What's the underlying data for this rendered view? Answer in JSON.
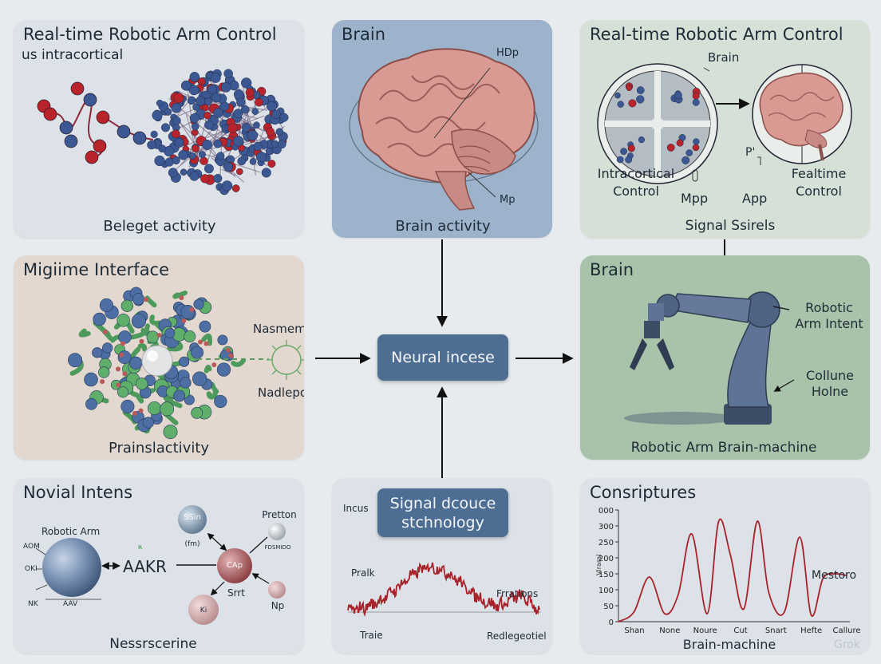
{
  "colors": {
    "page_bg": "#e7ebee",
    "panel_grey": "#dde2e8",
    "panel_blue": "#9db3cb",
    "panel_green": "#d5e1d6",
    "panel_beige": "#e2d8cf",
    "panel_green_dark": "#a9c3aa",
    "node_box": "#4d6e92",
    "molecule_red": "#b8242a",
    "molecule_blue": "#3c5893",
    "curve_red": "#a8222b"
  },
  "panels": {
    "top_left": {
      "title": "Real-time Robotic Arm Control",
      "subtitle": "us intracortical",
      "caption": "Beleget activity"
    },
    "top_center": {
      "title": "Brain",
      "label_top": "HDp",
      "label_bottom": "Mp",
      "caption": "Brain activity"
    },
    "top_right": {
      "title": "Real-time Robotic Arm Control",
      "label_brain": "Brain",
      "label_intracortical": "Intracortical",
      "label_control": "Control",
      "label_mpp": "Mpp",
      "label_p": "P'",
      "label_app": "App",
      "label_fealtime": "Fealtime",
      "label_control2": "Control",
      "caption": "Signal Ssirels"
    },
    "mid_left": {
      "title": "Migiime Interface",
      "label_nasmemnce": "Nasmemnce",
      "label_nadlepover": "Nadlepover",
      "caption": "Prainslactivity"
    },
    "mid_right": {
      "title": "Brain",
      "label_robotic": "Robotic",
      "label_arm_intent": "Arm Intent",
      "label_collune": "Collune",
      "label_holne": "Holne",
      "caption": "Robotic Arm Brain-machine"
    },
    "bottom_left": {
      "title": "Novial Intens",
      "label_robotic_arm": "Robotic Arm",
      "label_aakr": "AAKR",
      "label_aakr_mark": "ᴿ",
      "label_aom": "AOM",
      "label_oki": "OKI",
      "label_nk": "NK",
      "label_aav": "AAV",
      "label_ssin": "SSin",
      "label_ssin_sub": "(fm)",
      "label_cap": "CAp",
      "label_srrt": "Srrt",
      "label_ki": "Ki",
      "label_pretton": "Pretton",
      "label_pretton_sub": "FDSMIDO",
      "label_np": "Np",
      "caption": "Nessrscerine"
    },
    "bottom_center": {
      "box_line1": "Signal dcouce",
      "box_line2": "stchnology",
      "label_incus": "Incus",
      "label_pralk": "Pralk",
      "label_frrations": "Frrations",
      "label_traie": "Traie",
      "label_redlegeotiel": "Redlegeotiel"
    },
    "bottom_right": {
      "title": "Consriptures",
      "caption": "Brain-machine",
      "watermark": "Grok"
    }
  },
  "center_node": {
    "label": "Neural incese"
  },
  "chart_data": {
    "type": "line",
    "title": "Consriptures",
    "xlabel": "Brain-machine",
    "ylabel": "Vlraral",
    "annotation": "Mestoro",
    "yticks": [
      "000",
      "300",
      "250",
      "200",
      "150",
      "100",
      "50",
      "0"
    ],
    "ylim": [
      0,
      350
    ],
    "xticks": [
      "Shan",
      "None",
      "Noure",
      "Cut",
      "Snart",
      "Hefte",
      "Callure"
    ],
    "xlim": [
      0,
      6
    ],
    "series": [
      {
        "x": [
          0,
          0.4,
          0.8,
          1.2,
          1.55,
          1.9,
          2.3,
          2.6,
          2.9,
          3.25,
          3.6,
          3.9,
          4.3,
          4.7,
          5.0,
          5.3,
          5.6,
          5.9
        ],
        "values": [
          0,
          30,
          140,
          25,
          85,
          275,
          25,
          315,
          210,
          40,
          315,
          90,
          30,
          265,
          20,
          135,
          150,
          145
        ]
      }
    ]
  }
}
